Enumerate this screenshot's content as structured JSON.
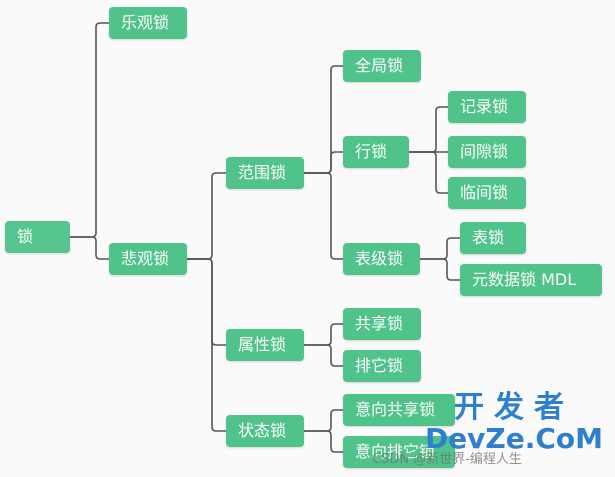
{
  "mindmap": {
    "root": "锁",
    "optimistic": "乐观锁",
    "pessimistic": "悲观锁",
    "scope": "范围锁",
    "global": "全局锁",
    "row": "行锁",
    "record": "记录锁",
    "gap": "间隙锁",
    "next_key": "临间锁",
    "table_level": "表级锁",
    "table": "表锁",
    "metadata": "元数据锁 MDL",
    "attribute": "属性锁",
    "shared": "共享锁",
    "exclusive": "排它锁",
    "state": "状态锁",
    "intent_shared": "意向共享锁",
    "intent_exclusive": "意向排它锁"
  },
  "watermark": {
    "logo_top": "开发者",
    "logo_bottom": "DevZe.CoM",
    "csdn": "CSDN @新世界-编程人生"
  },
  "colors": {
    "node": "#4fc38a",
    "text": "#ffffff",
    "link": "#555555",
    "background": "#fafafa",
    "watermark": "#2f7fd0"
  }
}
